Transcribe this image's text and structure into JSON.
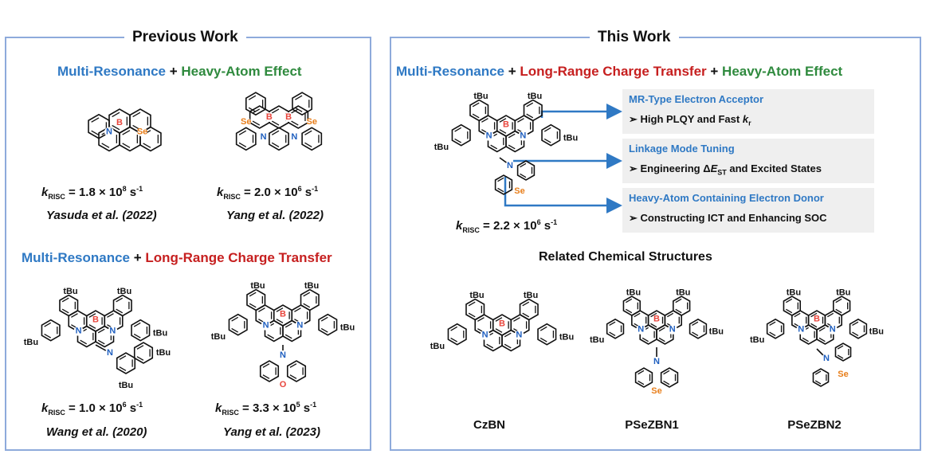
{
  "previous": {
    "title": "Previous Work",
    "h1": {
      "a": "Multi-Resonance",
      "plus": " + ",
      "b": "Heavy-Atom Effect"
    },
    "h2": {
      "a": "Multi-Resonance",
      "plus": " + ",
      "b": "Long-Range Charge Transfer"
    },
    "entries": [
      {
        "k": "k",
        "sub": "RISC",
        "val": " = 1.8 × 10",
        "exp": "8",
        "unit": " s",
        "uexp": "-1",
        "cite": "Yasuda et al. (2022)"
      },
      {
        "k": "k",
        "sub": "RISC",
        "val": " = 2.0 × 10",
        "exp": "6",
        "unit": " s",
        "uexp": "-1",
        "cite": "Yang et al. (2022)"
      },
      {
        "k": "k",
        "sub": "RISC",
        "val": " = 1.0 × 10",
        "exp": "6",
        "unit": " s",
        "uexp": "-1",
        "cite": "Wang et al. (2020)"
      },
      {
        "k": "k",
        "sub": "RISC",
        "val": " = 3.3 × 10",
        "exp": "5",
        "unit": " s",
        "uexp": "-1",
        "cite": "Yang et al. (2023)"
      }
    ]
  },
  "this": {
    "title": "This Work",
    "heading": {
      "a": "Multi-Resonance",
      "p1": " + ",
      "b": "Long-Range Charge Transfer",
      "p2": " + ",
      "c": "Heavy-Atom Effect"
    },
    "rate": {
      "k": "k",
      "sub": "RISC",
      "val": " = 2.2 × 10",
      "exp": "6",
      "unit": " s",
      "uexp": "-1"
    },
    "features": [
      {
        "title": "MR-Type Electron Acceptor",
        "desc_a": "➢ High PLQY and Fast ",
        "desc_k": "k",
        "desc_sub": "r",
        "desc_b": ""
      },
      {
        "title": "Linkage Mode Tuning",
        "desc_a": "➢ Engineering Δ",
        "desc_k": "E",
        "desc_sub": "ST",
        "desc_b": " and Excited States"
      },
      {
        "title": "Heavy-Atom Containing Electron Donor",
        "desc_a": "➢ Constructing ICT and Enhancing SOC",
        "desc_k": "",
        "desc_sub": "",
        "desc_b": ""
      }
    ],
    "related_title": "Related Chemical Structures",
    "compounds": [
      "CzBN",
      "PSeZBN1",
      "PSeZBN2"
    ]
  },
  "atoms": {
    "B": "B",
    "N": "N",
    "Se": "Se",
    "O": "O",
    "tBu": "tBu"
  },
  "colors": {
    "blue": "#2f79c4",
    "red": "#c61f1f",
    "green": "#2f8a3e",
    "boron": "#e8453c",
    "nitrogen": "#1f5fbf",
    "selenium": "#e87e1a",
    "border": "#8eaadb"
  }
}
